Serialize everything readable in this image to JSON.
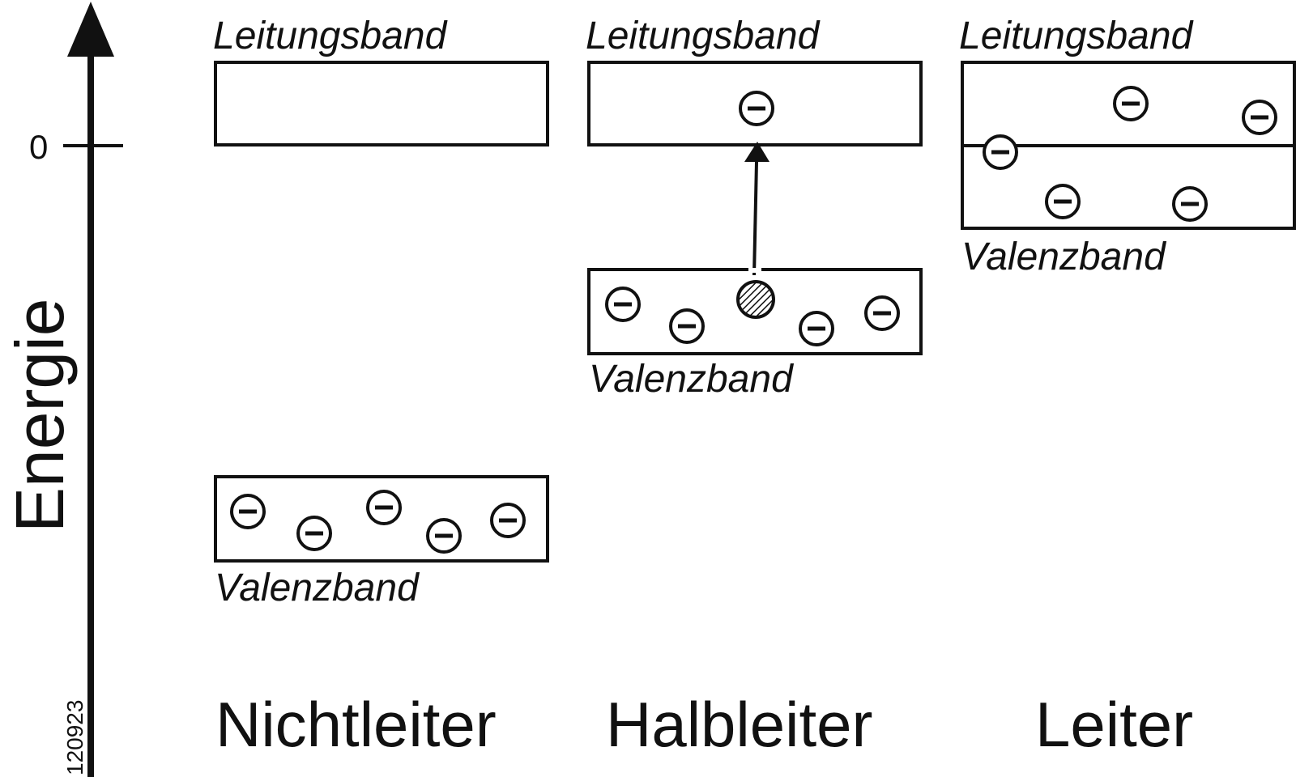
{
  "axis": {
    "label": "Energie",
    "zero_label": "0"
  },
  "image_id": "120923",
  "columns": [
    {
      "title": "Nichtleiter",
      "conduction_label": "Leitungsband",
      "valence_label": "Valenzband"
    },
    {
      "title": "Halbleiter",
      "conduction_label": "Leitungsband",
      "valence_label": "Valenzband"
    },
    {
      "title": "Leiter",
      "conduction_label": "Leitungsband",
      "valence_label": "Valenzband"
    }
  ],
  "icons": {
    "electron": "minus-in-circle",
    "hole": "hatched-circle"
  }
}
